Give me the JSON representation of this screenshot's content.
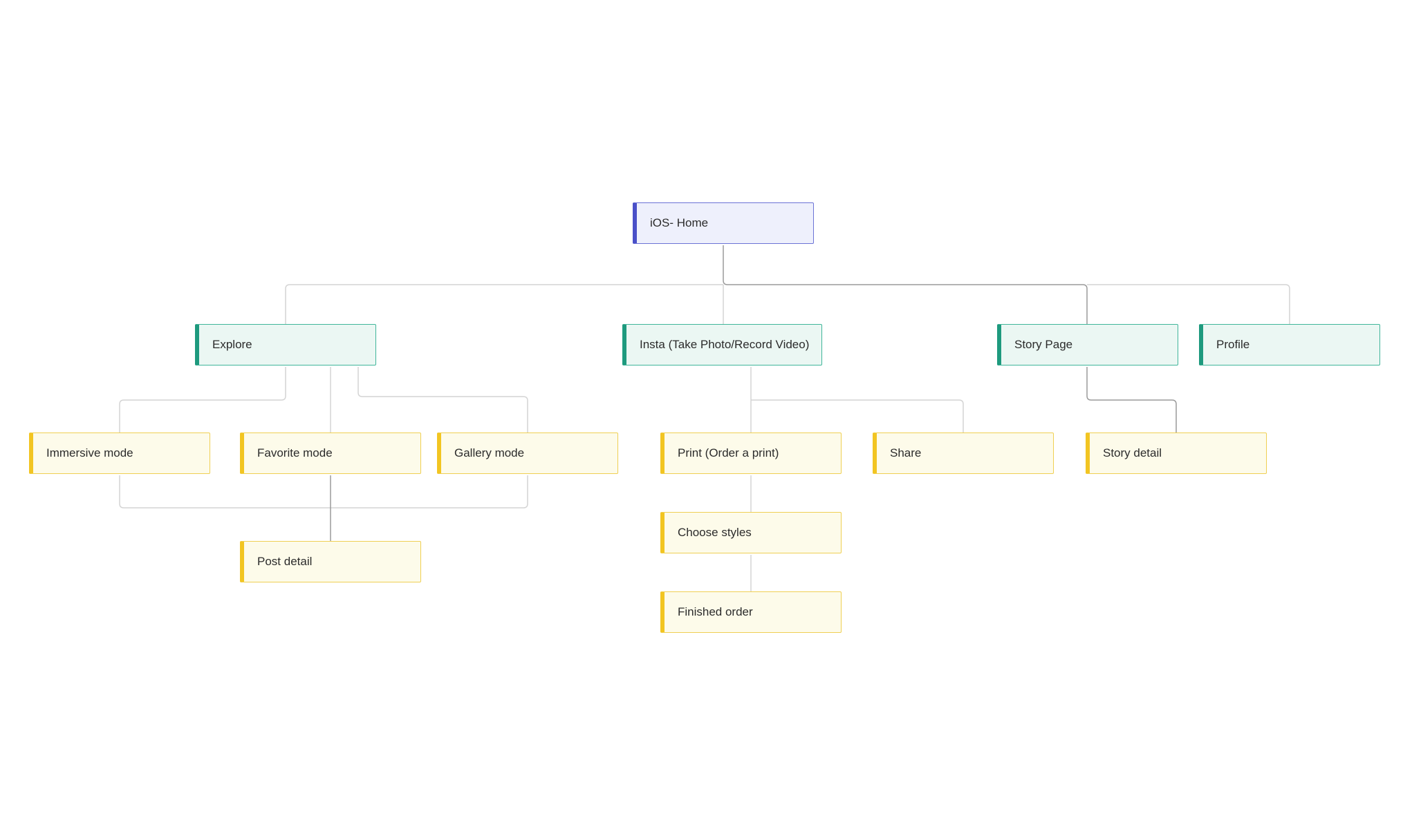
{
  "diagram": {
    "root": {
      "label": "iOS- Home"
    },
    "sections": {
      "explore": "Explore",
      "insta": "Insta (Take Photo/Record Video)",
      "story_page": "Story Page",
      "profile": "Profile"
    },
    "explore_children": {
      "immersive": "Immersive mode",
      "favorite": "Favorite mode",
      "gallery": "Gallery mode",
      "post_detail": "Post detail"
    },
    "insta_children": {
      "print": "Print (Order a print)",
      "share": "Share",
      "choose_styles": "Choose styles",
      "finished_order": "Finished order"
    },
    "story_children": {
      "story_detail": "Story detail"
    }
  },
  "colors": {
    "root_accent": "#4a50c8",
    "root_fill": "#eef0fc",
    "section_accent": "#1e9a7e",
    "section_fill": "#ebf7f3",
    "leaf_accent": "#f2c522",
    "leaf_fill": "#fdfbea",
    "connector": "#d4d4d4"
  }
}
